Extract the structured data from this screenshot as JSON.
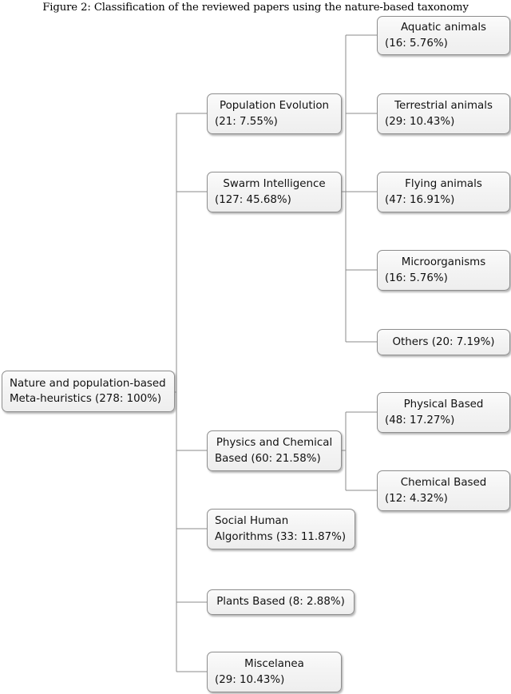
{
  "caption": "Figure 2: Classification of the reviewed papers using the nature-based taxonomy",
  "colors": {
    "node_fill": "#f4f4f4",
    "node_border": "#8e8e8e",
    "edge": "#8b8b8b",
    "text": "#111111"
  },
  "chart_data": {
    "type": "diagram",
    "title": "Figure 2: Classification of the reviewed papers using the nature-based taxonomy",
    "diagram_kind": "hierarchy-tree",
    "total_papers": 278,
    "nodes": [
      {
        "id": "root",
        "label": "Nature and population-based Meta-heuristics (278: 100%)",
        "count": 278,
        "percent": 100
      },
      {
        "id": "popevo",
        "label": "Population Evolution (21: 7.55%)",
        "count": 21,
        "percent": 7.55
      },
      {
        "id": "swarm",
        "label": "Swarm Intelligence (127: 45.68%)",
        "count": 127,
        "percent": 45.68
      },
      {
        "id": "aquatic",
        "label": "Aquatic animals (16: 5.76%)",
        "count": 16,
        "percent": 5.76
      },
      {
        "id": "terrestrial",
        "label": "Terrestrial animals (29: 10.43%)",
        "count": 29,
        "percent": 10.43
      },
      {
        "id": "flying",
        "label": "Flying animals (47: 16.91%)",
        "count": 47,
        "percent": 16.91
      },
      {
        "id": "microorganisms",
        "label": "Microorganisms (16: 5.76%)",
        "count": 16,
        "percent": 5.76
      },
      {
        "id": "others",
        "label": "Others (20: 7.19%)",
        "count": 20,
        "percent": 7.19
      },
      {
        "id": "physchem",
        "label": "Physics and Chemical Based (60: 21.58%)",
        "count": 60,
        "percent": 21.58
      },
      {
        "id": "physical",
        "label": "Physical Based (48: 17.27%)",
        "count": 48,
        "percent": 17.27
      },
      {
        "id": "chemical",
        "label": "Chemical Based (12: 4.32%)",
        "count": 12,
        "percent": 4.32
      },
      {
        "id": "social",
        "label": "Social Human Algorithms (33: 11.87%)",
        "count": 33,
        "percent": 11.87
      },
      {
        "id": "plants",
        "label": "Plants Based (8: 2.88%)",
        "count": 8,
        "percent": 2.88
      },
      {
        "id": "misc",
        "label": "Miscelanea (29: 10.43%)",
        "count": 29,
        "percent": 10.43
      }
    ],
    "edges": [
      {
        "from": "root",
        "to": "popevo"
      },
      {
        "from": "root",
        "to": "swarm"
      },
      {
        "from": "root",
        "to": "physchem"
      },
      {
        "from": "root",
        "to": "social"
      },
      {
        "from": "root",
        "to": "plants"
      },
      {
        "from": "root",
        "to": "misc"
      },
      {
        "from": "swarm",
        "to": "aquatic"
      },
      {
        "from": "swarm",
        "to": "terrestrial"
      },
      {
        "from": "swarm",
        "to": "flying"
      },
      {
        "from": "swarm",
        "to": "microorganisms"
      },
      {
        "from": "swarm",
        "to": "others"
      },
      {
        "from": "physchem",
        "to": "physical"
      },
      {
        "from": "physchem",
        "to": "chemical"
      }
    ]
  },
  "nodes": {
    "root": {
      "line1": "Nature and population-based",
      "line2": "Meta-heuristics (278: 100%)"
    },
    "popevo": {
      "line1": "Population Evolution",
      "line2": "(21: 7.55%)"
    },
    "swarm": {
      "line1": "Swarm Intelligence",
      "line2": "(127: 45.68%)"
    },
    "aquatic": {
      "line1": "Aquatic animals",
      "line2": "(16: 5.76%)"
    },
    "terrestrial": {
      "line1": "Terrestrial animals",
      "line2": "(29: 10.43%)"
    },
    "flying": {
      "line1": "Flying animals",
      "line2": "(47: 16.91%)"
    },
    "microorganisms": {
      "line1": "Microorganisms",
      "line2": "(16: 5.76%)"
    },
    "others": {
      "line1": "Others (20: 7.19%)"
    },
    "physchem": {
      "line1": "Physics and Chemical",
      "line2": "Based (60: 21.58%)"
    },
    "physical": {
      "line1": "Physical Based",
      "line2": "(48: 17.27%)"
    },
    "chemical": {
      "line1": "Chemical Based",
      "line2": "(12: 4.32%)"
    },
    "social": {
      "line1": "Social Human",
      "line2": "Algorithms (33: 11.87%)"
    },
    "plants": {
      "line1": "Plants Based (8: 2.88%)"
    },
    "misc": {
      "line1": "Miscelanea",
      "line2": "(29: 10.43%)"
    }
  }
}
